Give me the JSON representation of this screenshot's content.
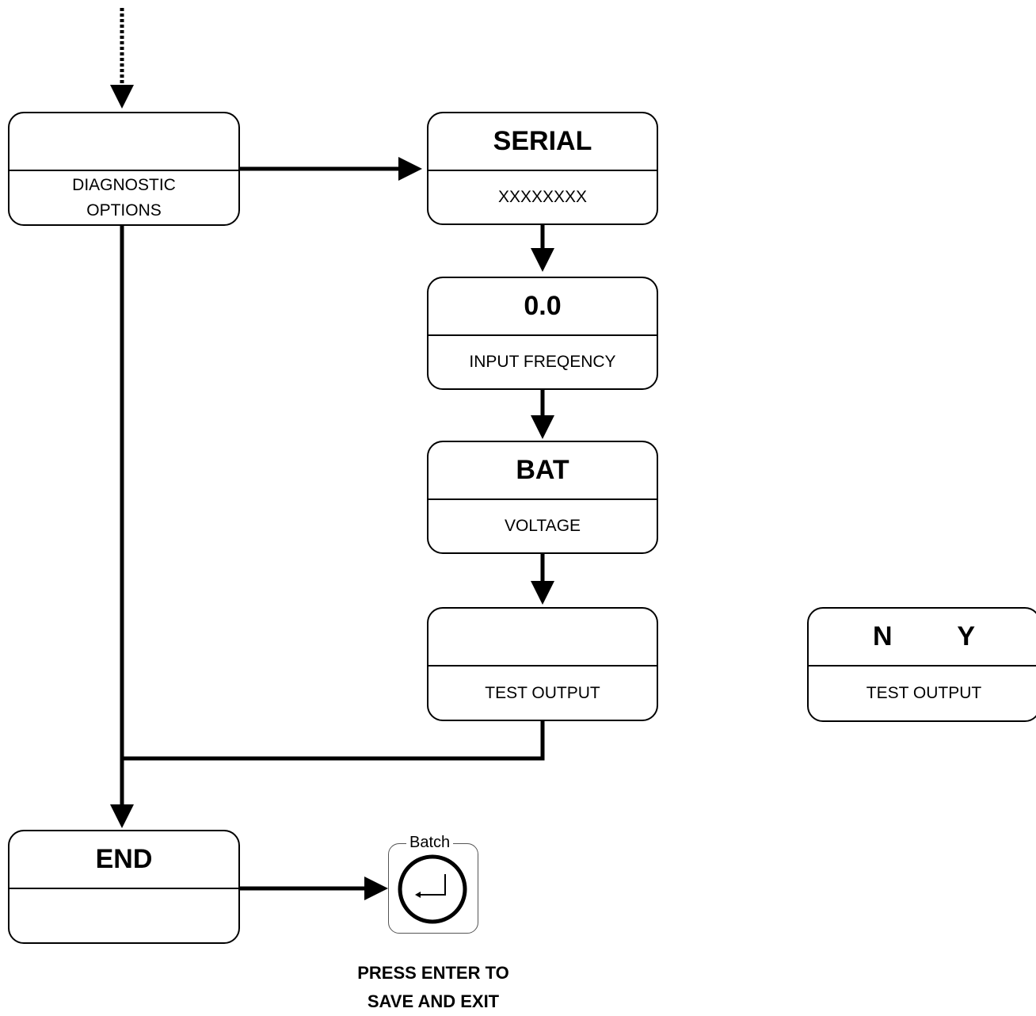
{
  "nodes": {
    "diagnostic": {
      "title": "",
      "label": "DIAGNOSTIC\nOPTIONS"
    },
    "serial": {
      "title": "SERIAL",
      "label": "XXXXXXXX"
    },
    "input_frequency": {
      "title": "0.0",
      "label": "INPUT FREQENCY"
    },
    "battery": {
      "title": "BAT",
      "label": "VOLTAGE"
    },
    "test_output": {
      "title": "",
      "label": "TEST OUTPUT"
    },
    "test_output_choice": {
      "option_no": "N",
      "option_yes": "Y",
      "label": "TEST OUTPUT"
    },
    "end": {
      "title": "END",
      "label": ""
    }
  },
  "enter_key": {
    "label": "Batch",
    "icon": "enter-icon"
  },
  "caption": {
    "line1": "PRESS ENTER TO",
    "line2": "SAVE AND EXIT"
  }
}
